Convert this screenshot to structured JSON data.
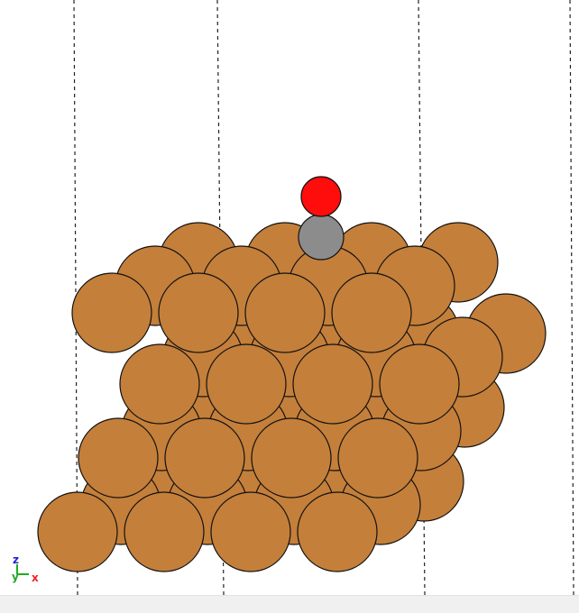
{
  "viewer": {
    "background": "#ffffff",
    "status_strip_color": "#f0f0f0"
  },
  "elements": {
    "Cu": {
      "color": "#c47f3a"
    },
    "C": {
      "color": "#8c8c8c"
    },
    "O": {
      "color": "#ff0d0d"
    }
  },
  "axes": {
    "z": {
      "label": "z",
      "color": "#2222dd"
    },
    "y": {
      "label": "y",
      "color": "#22aa22"
    },
    "x": {
      "label": "x",
      "color": "#ee2222"
    }
  }
}
